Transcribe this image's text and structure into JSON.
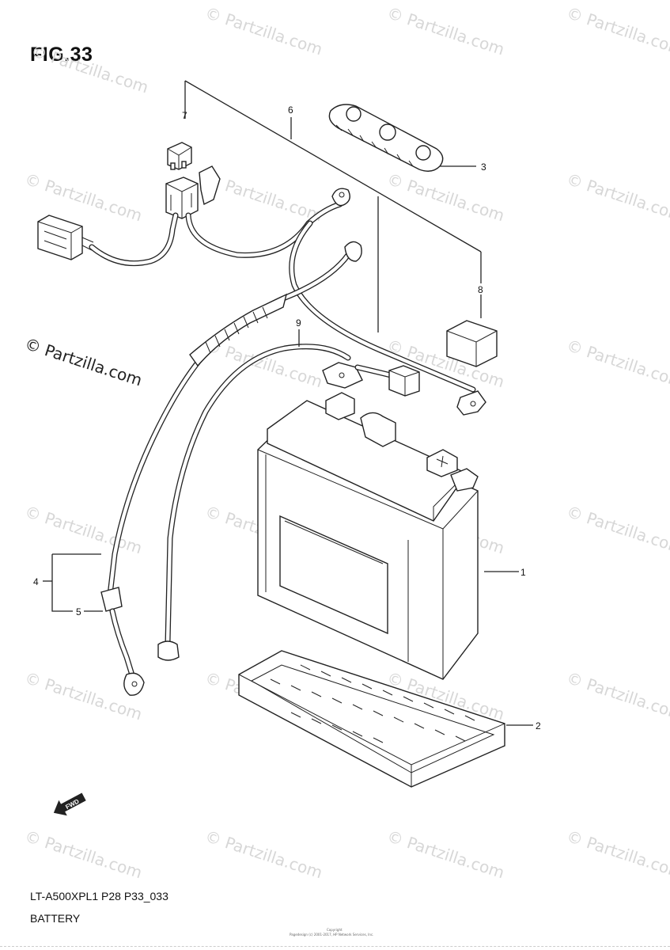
{
  "figure": {
    "title": "FIG.33"
  },
  "footer": {
    "model_code": "LT-A500XPL1 P28 P33_033",
    "section_name": "BATTERY",
    "copyright_top": "Copyright",
    "copyright_bottom": "Pagedesign (c) 2001-2017, HP Network Services, Inc."
  },
  "watermark": {
    "repeat_text": "© Partzilla.com",
    "highlight_text": "© Partzilla.com"
  },
  "callouts": [
    "1",
    "2",
    "3",
    "4",
    "5",
    "6",
    "7",
    "8",
    "9"
  ],
  "forward_arrow": {
    "label": "FWD",
    "icon": "forward-arrow-icon"
  },
  "colors": {
    "line": "#222222",
    "watermark": "#d7d7d7",
    "background": "#ffffff"
  }
}
